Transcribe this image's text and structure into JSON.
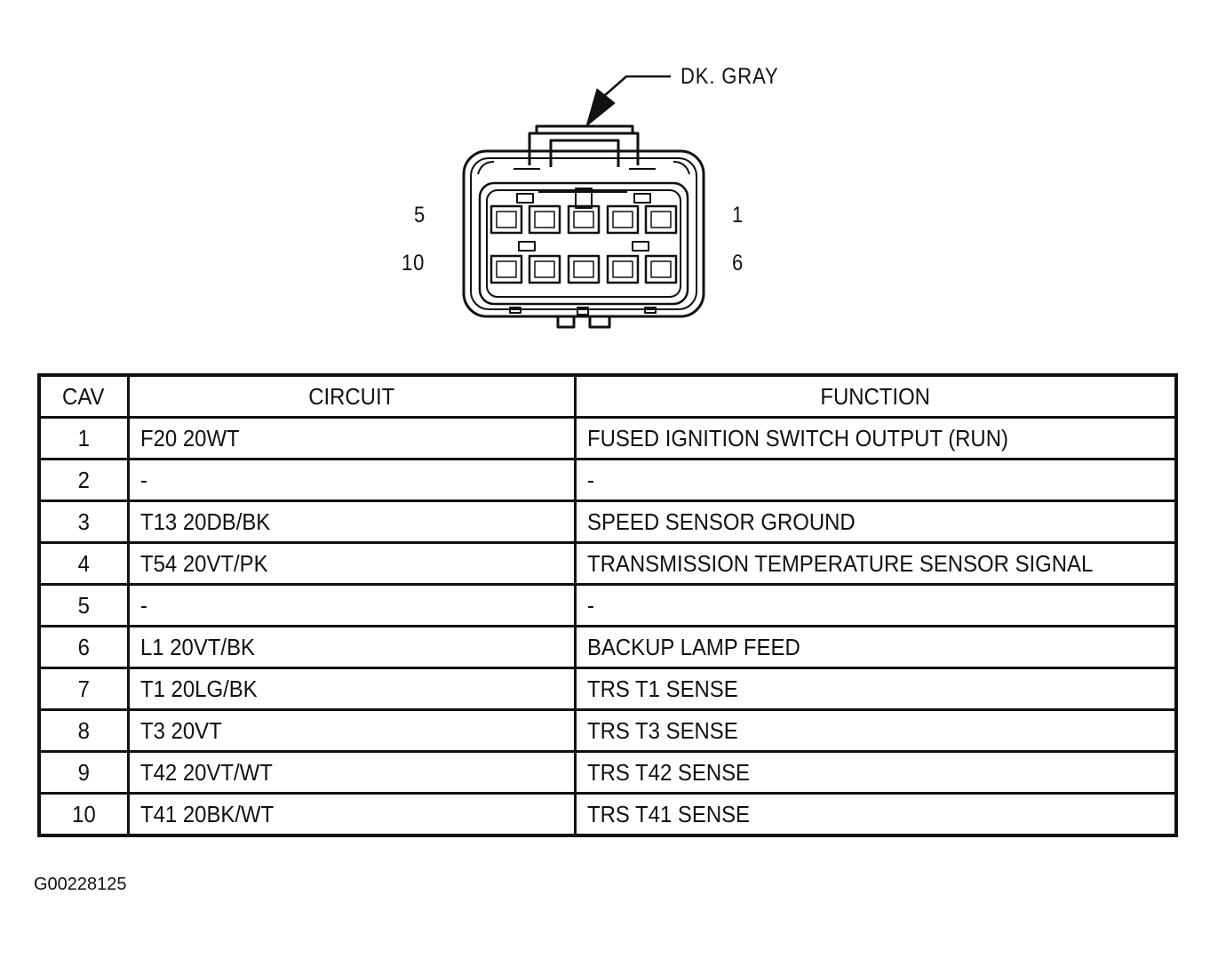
{
  "connector": {
    "color_label": "DK. GRAY",
    "pin_labels": {
      "top_left": "5",
      "top_right": "1",
      "bottom_left": "10",
      "bottom_right": "6"
    }
  },
  "table": {
    "headers": [
      "CAV",
      "CIRCUIT",
      "FUNCTION"
    ],
    "rows": [
      {
        "cav": "1",
        "circuit": "F20 20WT",
        "function": "FUSED IGNITION SWITCH OUTPUT (RUN)"
      },
      {
        "cav": "2",
        "circuit": "-",
        "function": "-"
      },
      {
        "cav": "3",
        "circuit": "T13 20DB/BK",
        "function": "SPEED SENSOR GROUND"
      },
      {
        "cav": "4",
        "circuit": "T54 20VT/PK",
        "function": "TRANSMISSION TEMPERATURE SENSOR SIGNAL"
      },
      {
        "cav": "5",
        "circuit": "-",
        "function": "-"
      },
      {
        "cav": "6",
        "circuit": "L1 20VT/BK",
        "function": "BACKUP LAMP FEED"
      },
      {
        "cav": "7",
        "circuit": "T1 20LG/BK",
        "function": "TRS T1 SENSE"
      },
      {
        "cav": "8",
        "circuit": "T3 20VT",
        "function": "TRS T3 SENSE"
      },
      {
        "cav": "9",
        "circuit": "T42 20VT/WT",
        "function": "TRS T42 SENSE"
      },
      {
        "cav": "10",
        "circuit": "T41 20BK/WT",
        "function": "TRS T41 SENSE"
      }
    ]
  },
  "figure_id": "G00228125"
}
